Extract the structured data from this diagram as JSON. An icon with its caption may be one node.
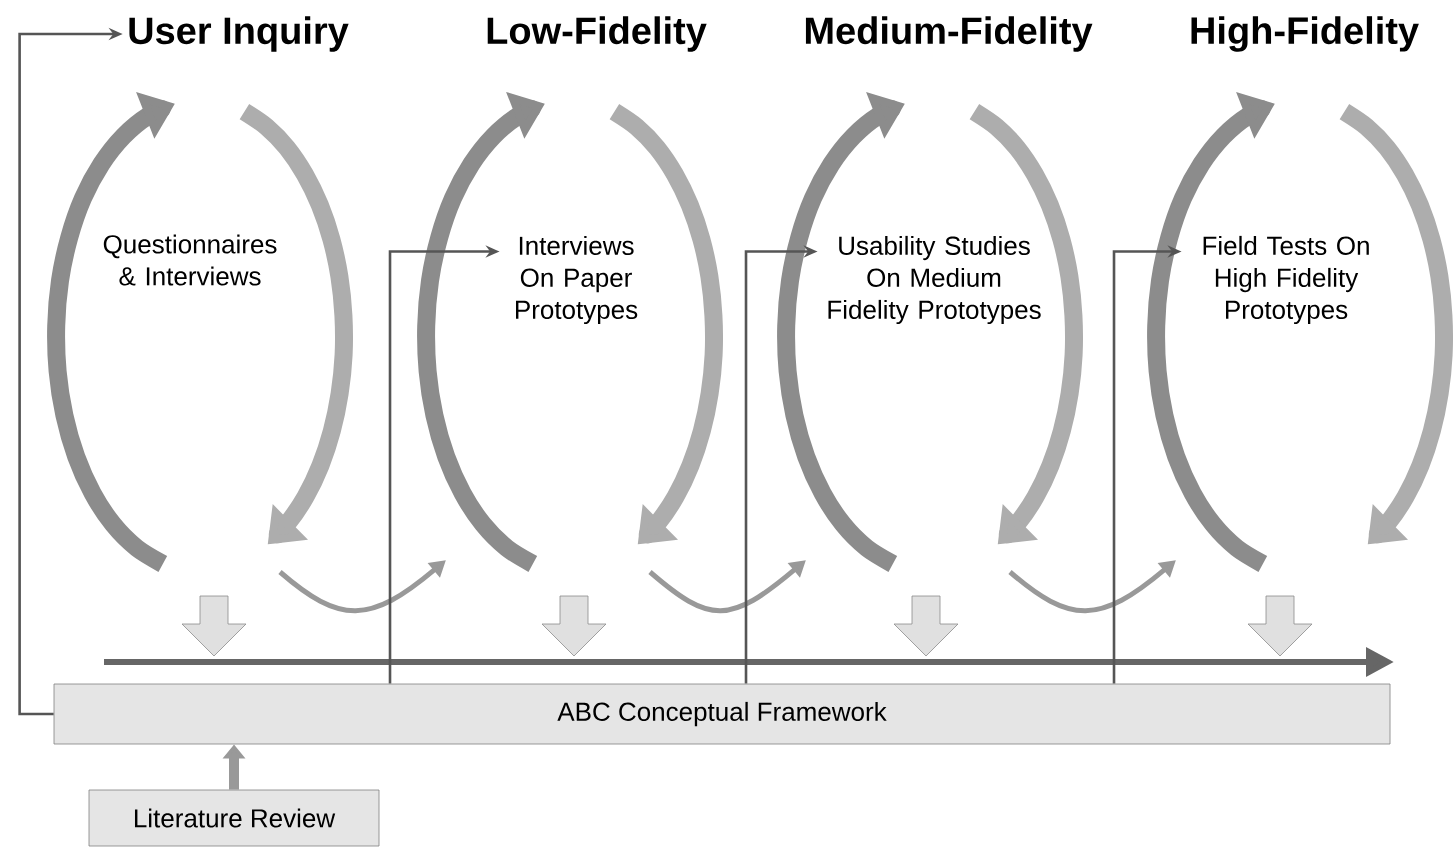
{
  "diagram": {
    "nodes": [
      {
        "text": [
          "User Inquiry"
        ]
      },
      {
        "text": [
          "Interviews On Paper Prototypes"
        ]
      },
      {
        "text": [
          "Usability Studies On Medium Fidelity Prototypes"
        ]
      },
      {
        "text": [
          "Field Tests On High Fidelity Prototypes"
        ]
      },
      {
        "text": [
          "ABC Conceptual Framework"
        ]
      },
      {
        "text": [
          "Literature Review"
        ]
      }
    ],
    "edges": [
      {
        "from": 4,
        "to": 0,
        "arrow": "to"
      },
      {
        "from": 4,
        "to": 1,
        "arrow": "to"
      },
      {
        "from": 4,
        "to": 2,
        "arrow": "to"
      },
      {
        "from": 4,
        "to": 3,
        "arrow": "to"
      },
      {
        "from": 5,
        "to": 4,
        "arrow": "to",
        "style": "thick",
        "color": "#999999"
      }
    ],
    "labels": [
      "Low-Fidelity",
      "Medium-Fidelity",
      "High-Fidelity",
      "Questionnaires & Interviews"
    ]
  }
}
